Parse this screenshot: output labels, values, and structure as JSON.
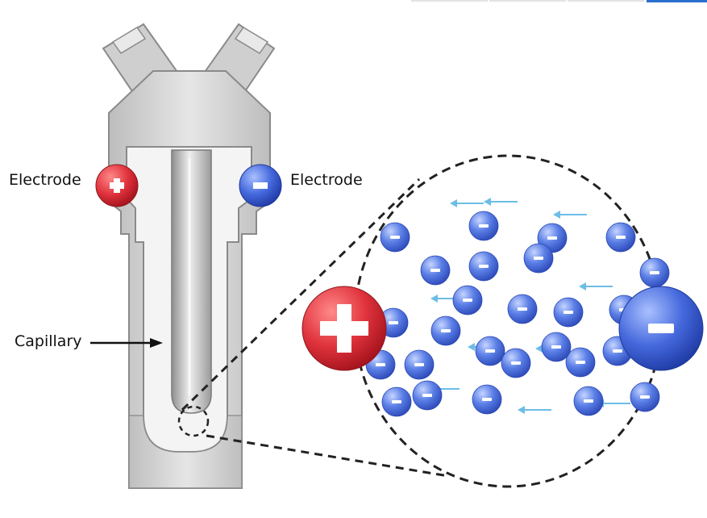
{
  "labels": {
    "electrode_left": "Electrode",
    "electrode_right": "Electrode",
    "capillary": "Capillary"
  },
  "symbols": {
    "positive": "+",
    "negative": "−"
  },
  "colors": {
    "positive": "#d9303a",
    "negative": "#3b5fd6",
    "particle": "#4a6ee0",
    "drift_arrow": "#6cbde6",
    "device_gray": "#c9c9c9",
    "tab_accent": "#2a6fd0"
  },
  "particles": {
    "count": 26
  },
  "drift_arrows": {
    "count": 10,
    "direction": "left"
  }
}
